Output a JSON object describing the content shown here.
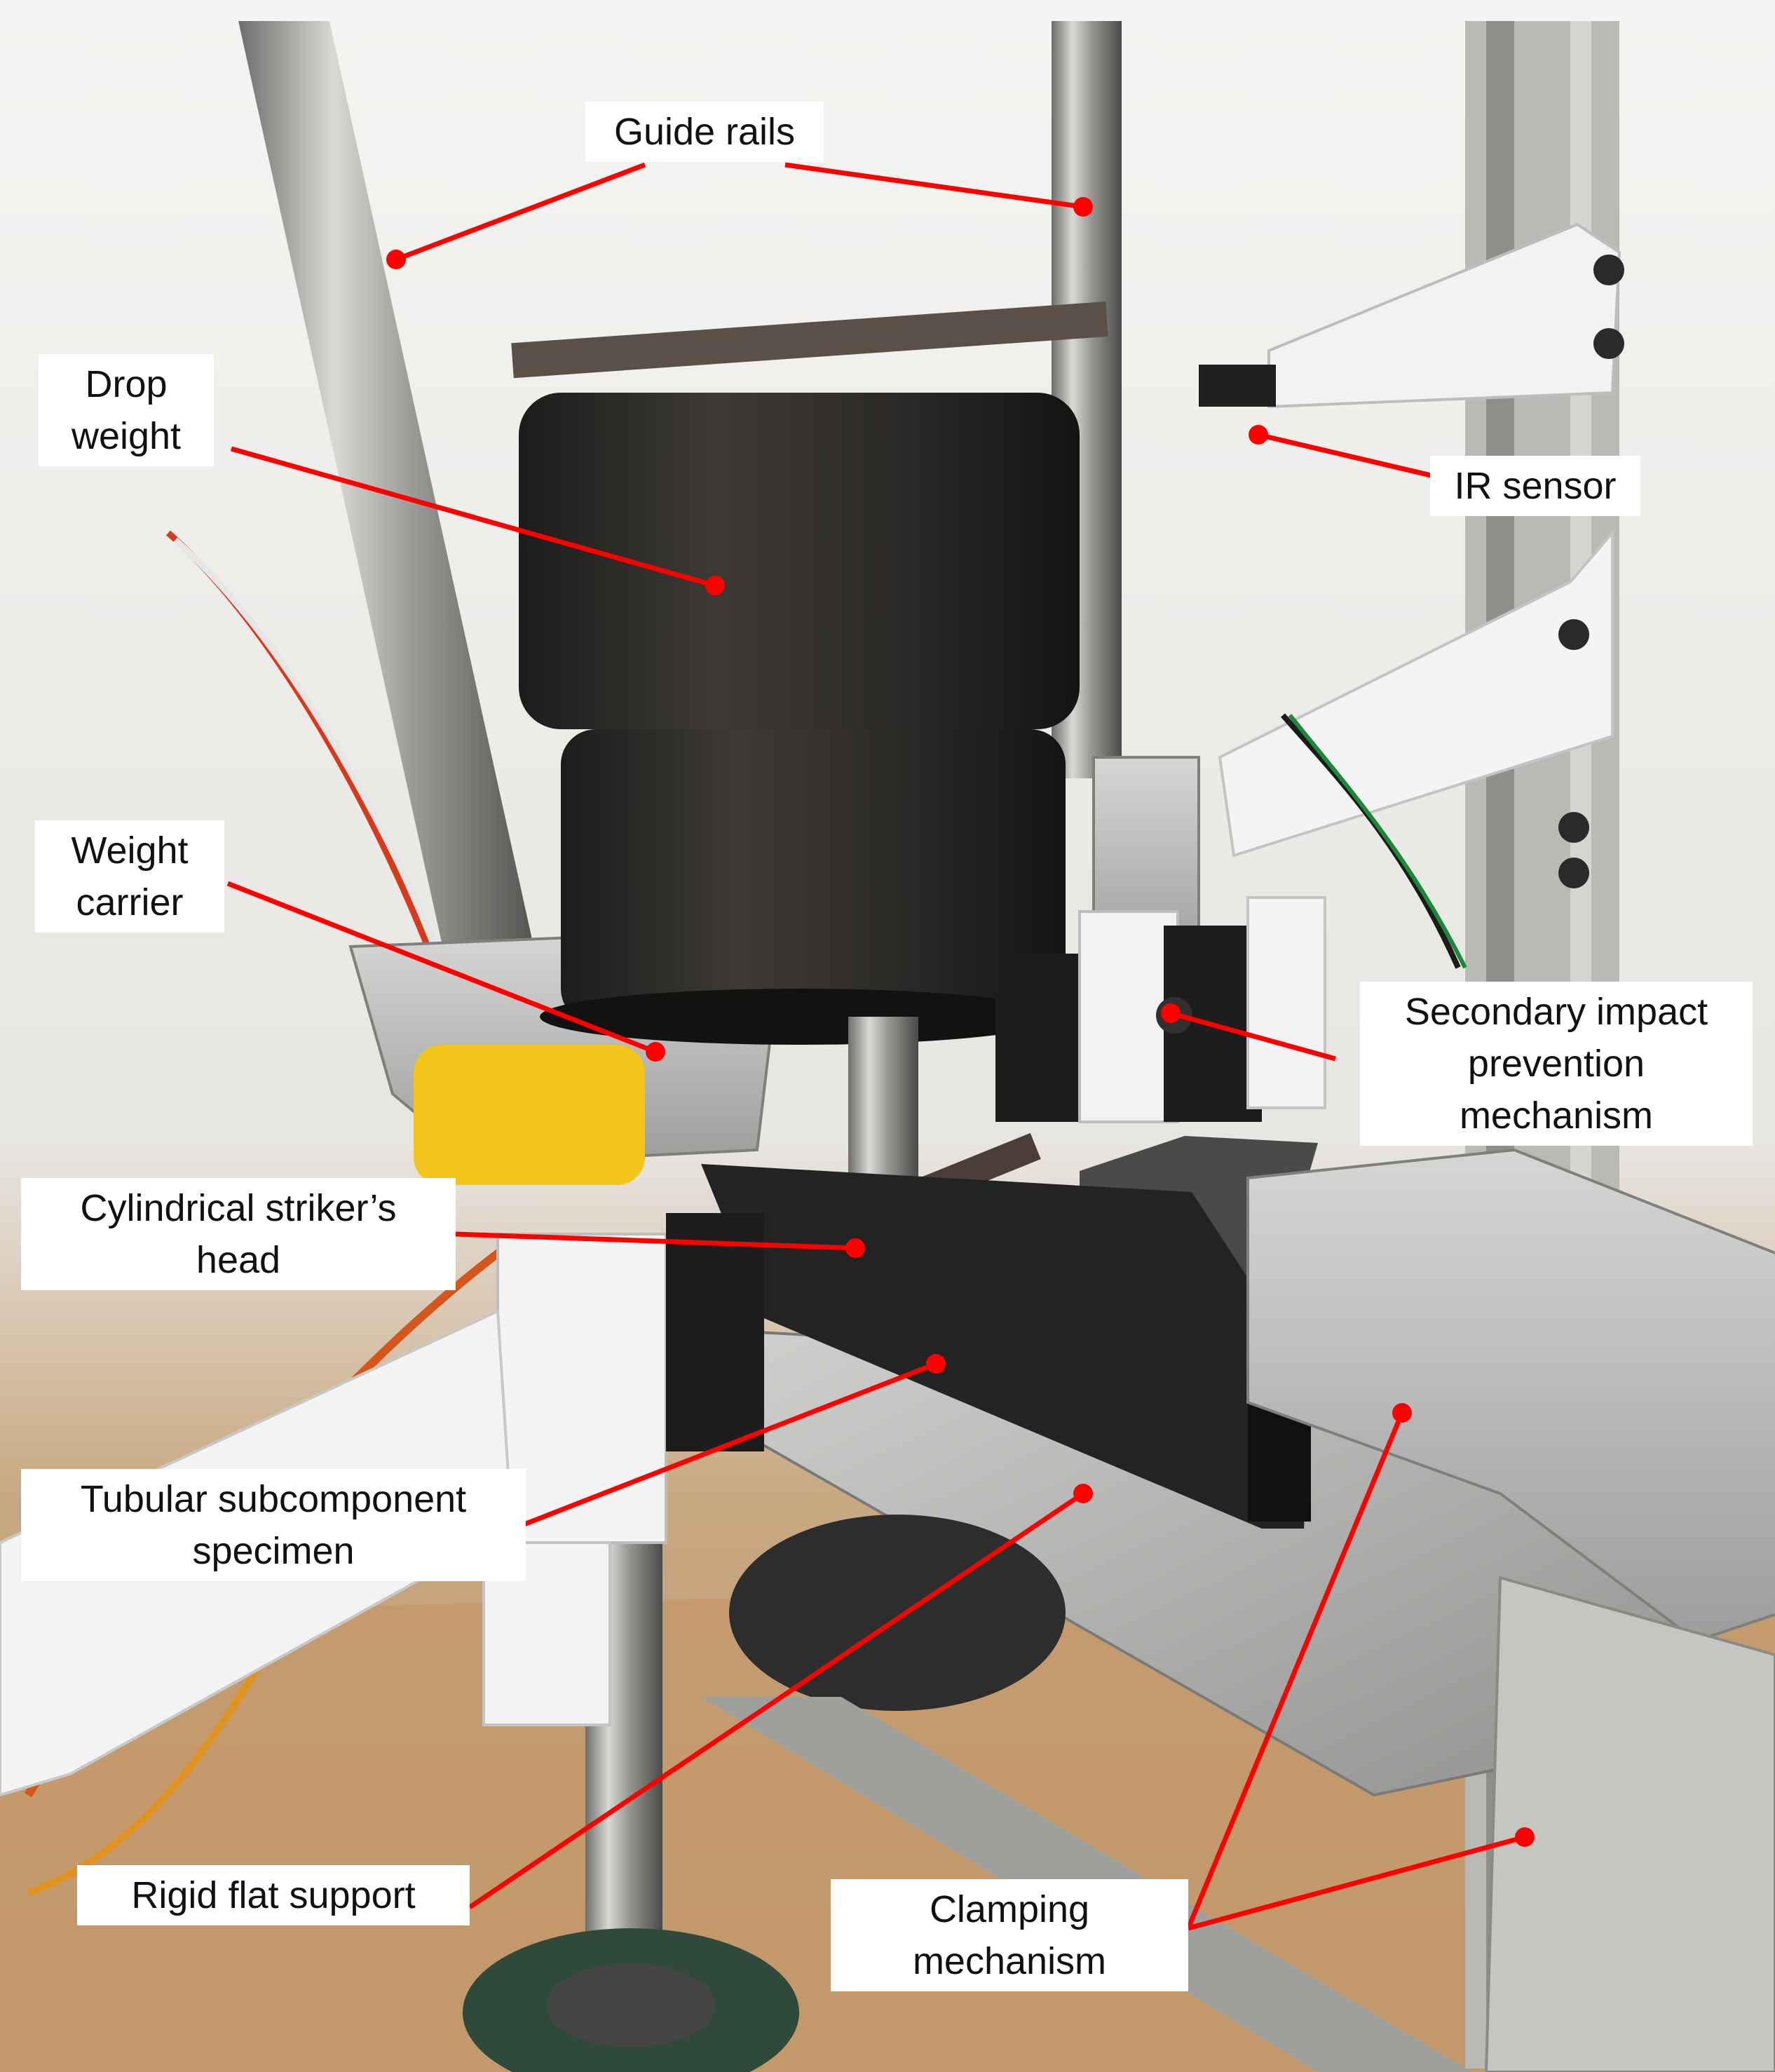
{
  "photo": {
    "subject": "drop-weight impact test rig"
  },
  "annotation_color": "#ff0000",
  "labels": {
    "guide_rails": [
      "Guide rails"
    ],
    "drop_weight": [
      "Drop",
      "weight"
    ],
    "ir_sensor": [
      "IR sensor"
    ],
    "weight_carrier": [
      "Weight",
      "carrier"
    ],
    "secondary_impact": [
      "Secondary impact",
      "prevention",
      "mechanism"
    ],
    "striker_head": [
      "Cylindrical striker’s",
      "head"
    ],
    "tubular_specimen": [
      "Tubular subcomponent",
      "specimen"
    ],
    "rigid_support": [
      "Rigid flat support"
    ],
    "clamping": [
      "Clamping",
      "mechanism"
    ]
  }
}
